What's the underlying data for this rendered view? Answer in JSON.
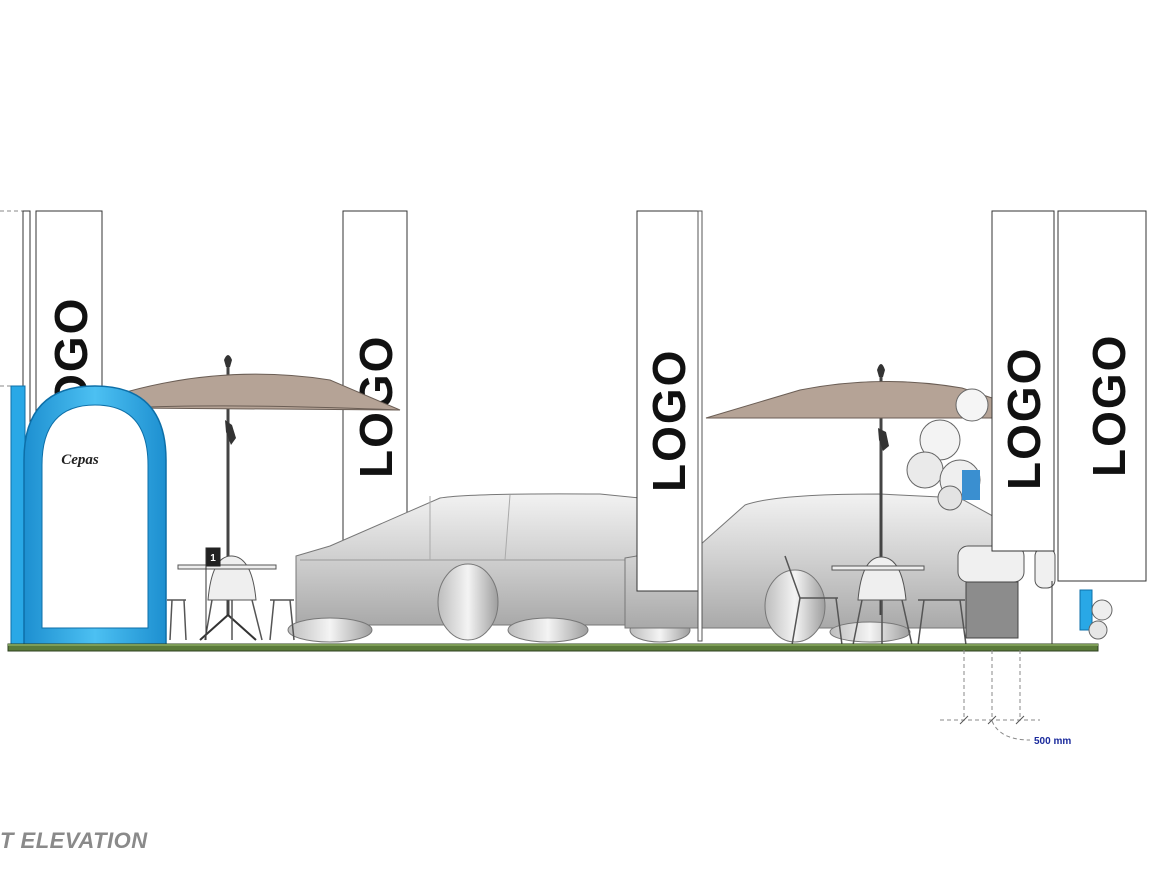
{
  "drawing": {
    "caption": "T ELEVATION",
    "banners": [
      {
        "id": "banner-1",
        "label": "LOGO"
      },
      {
        "id": "banner-2",
        "label": "LOGO"
      },
      {
        "id": "banner-3",
        "label": "LOGO"
      },
      {
        "id": "banner-4",
        "label": "LOGO"
      },
      {
        "id": "banner-5",
        "label": "LOGO"
      }
    ],
    "kiosk_brand": "Cepas",
    "sign_number": "1",
    "dimension_label": "500 mm",
    "colors": {
      "kiosk_blue": "#29a8e6",
      "umbrella": "#b5a396",
      "floor_green": "#5a7a3a",
      "car_grey": "#d6d6d6"
    }
  }
}
